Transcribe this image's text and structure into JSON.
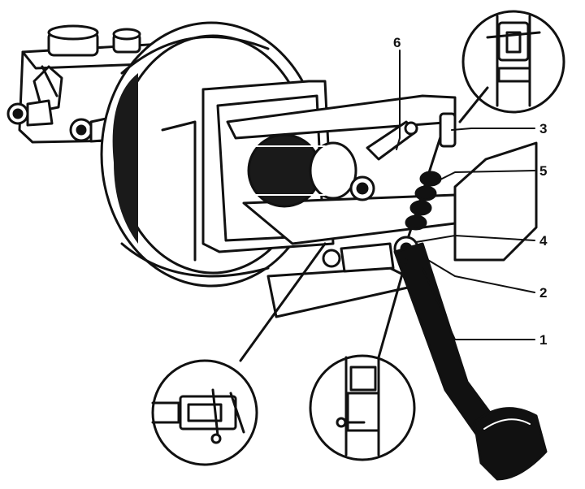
{
  "callouts": [
    {
      "id": "1",
      "label": "1"
    },
    {
      "id": "2",
      "label": "2"
    },
    {
      "id": "3",
      "label": "3"
    },
    {
      "id": "4",
      "label": "4"
    },
    {
      "id": "5",
      "label": "5"
    },
    {
      "id": "6",
      "label": "6"
    }
  ],
  "colors": {
    "ink": "#111111",
    "paper": "#ffffff",
    "shade": "#1a1a1a"
  }
}
